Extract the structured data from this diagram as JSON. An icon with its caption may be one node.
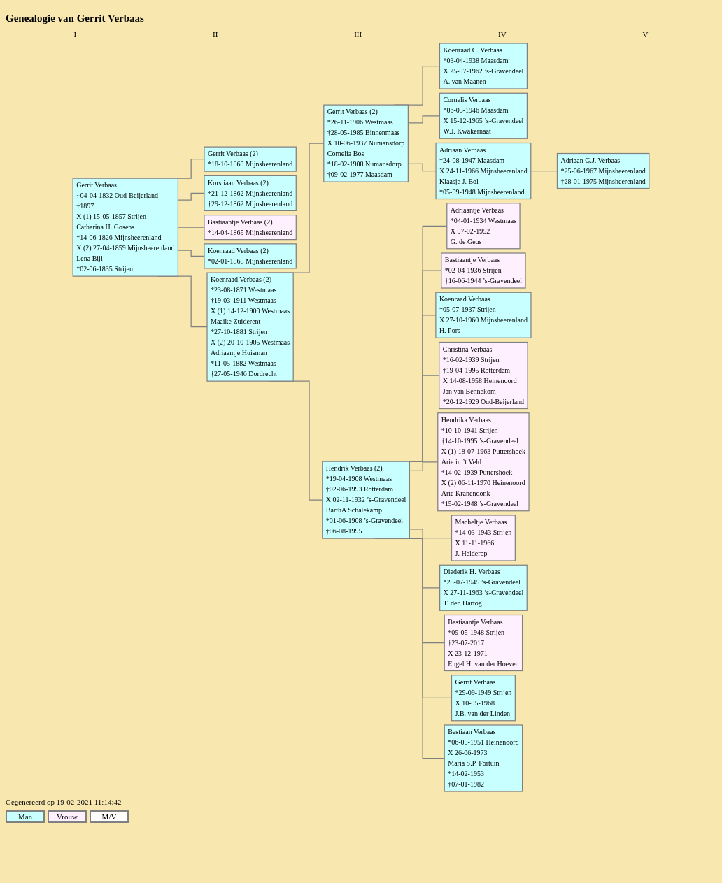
{
  "diagram": {
    "title": "Genealogie van Gerrit Verbaas",
    "nodes": [
      {
        "text": [
          "Gerrit Verbaas",
          "~04-04-1832 Oud-Beijerland",
          "†1897",
          "X (1) 15-05-1857 Strijen",
          "Catharina H. Gosens",
          "*14-06-1826 Mijnsheerenland",
          "X (2) 27-04-1859 Mijnsheerenland",
          "Lena Bijl",
          "*02-06-1835 Strijen"
        ]
      },
      {
        "text": [
          "Gerrit Verbaas (2)",
          "*18-10-1860 Mijnsheerenland"
        ]
      },
      {
        "text": [
          "Korstiaan Verbaas (2)",
          "*21-12-1862 Mijnsheerenland",
          "†29-12-1862 Mijnsheerenland"
        ]
      },
      {
        "text": [
          "Bastiaantje Verbaas (2)",
          "*14-04-1865 Mijnsheerenland"
        ]
      },
      {
        "text": [
          "Koenraad Verbaas (2)",
          "*02-01-1868 Mijnsheerenland"
        ]
      },
      {
        "text": [
          "Koenraad Verbaas (2)",
          "*23-08-1871 Westmaas",
          "†19-03-1911 Westmaas",
          "X (1) 14-12-1900 Westmaas",
          "Maaike Zuiderent",
          "*27-10-1881 Strijen",
          "X (2) 20-10-1905 Westmaas",
          "Adriaantje Huisman",
          "*11-05-1882 Westmaas",
          "†27-05-1946 Dordrecht"
        ]
      },
      {
        "text": [
          "Gerrit Verbaas (2)",
          "*26-11-1906 Westmaas",
          "†28-05-1985 Binnenmaas",
          "X 10-06-1937 Numansdorp",
          "Cornelia Bos",
          "*18-02-1908 Numansdorp",
          "†09-02-1977 Maasdam"
        ]
      },
      {
        "text": [
          "Koenraad C. Verbaas",
          "*03-04-1938 Maasdam",
          "X 25-07-1962 ’s-Gravendeel",
          "A. van Maanen"
        ]
      },
      {
        "text": [
          "Cornelis Verbaas",
          "*06-03-1946 Maasdam",
          "X 15-12-1965 ’s-Gravendeel",
          "W.J. Kwakernaat"
        ]
      },
      {
        "text": [
          "Adriaan Verbaas",
          "*24-08-1947 Maasdam",
          "X 24-11-1966 Mijnsheerenland",
          "Klaasje J. Bol",
          "*05-09-1948 Mijnsheerenland"
        ]
      },
      {
        "text": [
          "Adriaan G.J. Verbaas",
          "*25-06-1967 Mijnsheerenland",
          "†28-01-1975 Mijnsheerenland"
        ]
      },
      {
        "text": [
          "Hendrik Verbaas (2)",
          "*19-04-1908 Westmaas",
          "†02-06-1993 Rotterdam",
          "X 02-11-1932 ’s-Gravendeel",
          "BarthA Schalekamp",
          "*01-06-1908 ’s-Gravendeel",
          "†06-08-1995"
        ]
      },
      {
        "text": [
          "Adriaantje Verbaas",
          "*04-01-1934 Westmaas",
          "X 07-02-1952",
          "G. de Geus"
        ]
      },
      {
        "text": [
          "Bastiaantje Verbaas",
          "*02-04-1936 Strijen",
          "†16-06-1944 ’s-Gravendeel"
        ]
      },
      {
        "text": [
          "Koenraad Verbaas",
          "*05-07-1937 Strijen",
          "X 27-10-1960 Mijnsheerenland",
          "H. Pors"
        ]
      },
      {
        "text": [
          "Christina Verbaas",
          "*16-02-1939 Strijen",
          "†19-04-1995 Rotterdam",
          "X 14-08-1958 Heinenoord",
          "Jan van Bennekom",
          "*20-12-1929 Oud-Beijerland"
        ]
      },
      {
        "text": [
          "Hendrika Verbaas",
          "*10-10-1941 Strijen",
          "†14-10-1995 ’s-Gravendeel",
          "X (1) 18-07-1963 Puttershoek",
          "Arie in ’t Veld",
          "*14-02-1939 Puttershoek",
          "X (2) 06-11-1970 Heinenoord",
          "Arie Kranendonk",
          "*15-02-1948 ’s-Gravendeel"
        ]
      },
      {
        "text": [
          "Macheltje Verbaas",
          "*14-03-1943 Strijen",
          "X 11-11-1966",
          "J. Helderop"
        ]
      },
      {
        "text": [
          "Diederik H. Verbaas",
          "*28-07-1945 ’s-Gravendeel",
          "X 27-11-1963 ’s-Gravendeel",
          "T. den Hartog"
        ]
      },
      {
        "text": [
          "Bastiaantje Verbaas",
          "*09-05-1948 Strijen",
          "†23-07-2017",
          "X 23-12-1971",
          "Engel H. van der Hoeven"
        ]
      },
      {
        "text": [
          "Gerrit Verbaas",
          "*29-09-1949 Strijen",
          "X 10-05-1968",
          "J.B. van der Linden"
        ]
      },
      {
        "text": [
          "Bastiaan Verbaas",
          "*06-05-1951 Heinenoord",
          "X 26-06-1973",
          "Maria S.P. Fortuin",
          "*14-02-1953",
          "†07-01-1982"
        ]
      }
    ],
    "edges": [
      {
        "from": 0,
        "to": 1,
        "arrow": "none"
      },
      {
        "from": 0,
        "to": 2,
        "arrow": "none"
      },
      {
        "from": 0,
        "to": 3,
        "arrow": "none"
      },
      {
        "from": 0,
        "to": 4,
        "arrow": "none"
      },
      {
        "from": 0,
        "to": 5,
        "arrow": "none"
      },
      {
        "from": 5,
        "to": 6,
        "arrow": "none"
      },
      {
        "from": 5,
        "to": 11,
        "arrow": "none"
      },
      {
        "from": 6,
        "to": 7,
        "arrow": "none"
      },
      {
        "from": 6,
        "to": 8,
        "arrow": "none"
      },
      {
        "from": 6,
        "to": 9,
        "arrow": "none"
      },
      {
        "from": 9,
        "to": 10,
        "arrow": "none"
      },
      {
        "from": 11,
        "to": 12,
        "arrow": "none"
      },
      {
        "from": 11,
        "to": 13,
        "arrow": "none"
      },
      {
        "from": 11,
        "to": 14,
        "arrow": "none"
      },
      {
        "from": 11,
        "to": 15,
        "arrow": "none"
      },
      {
        "from": 11,
        "to": 16,
        "arrow": "none"
      },
      {
        "from": 11,
        "to": 17,
        "arrow": "none"
      },
      {
        "from": 11,
        "to": 18,
        "arrow": "none"
      },
      {
        "from": 11,
        "to": 19,
        "arrow": "none"
      },
      {
        "from": 11,
        "to": 20,
        "arrow": "none"
      },
      {
        "from": 11,
        "to": 21,
        "arrow": "none"
      }
    ],
    "labels": [
      "I",
      "II",
      "III",
      "IV",
      "V",
      "Gegenereerd op 19-02-2021 11:14:42"
    ],
    "legend": [
      {
        "text": "Man",
        "color": "#c8ffff"
      },
      {
        "text": "Vrouw",
        "color": "#fff0ff"
      },
      {
        "text": "M/V",
        "color": "#ffffff"
      }
    ]
  }
}
